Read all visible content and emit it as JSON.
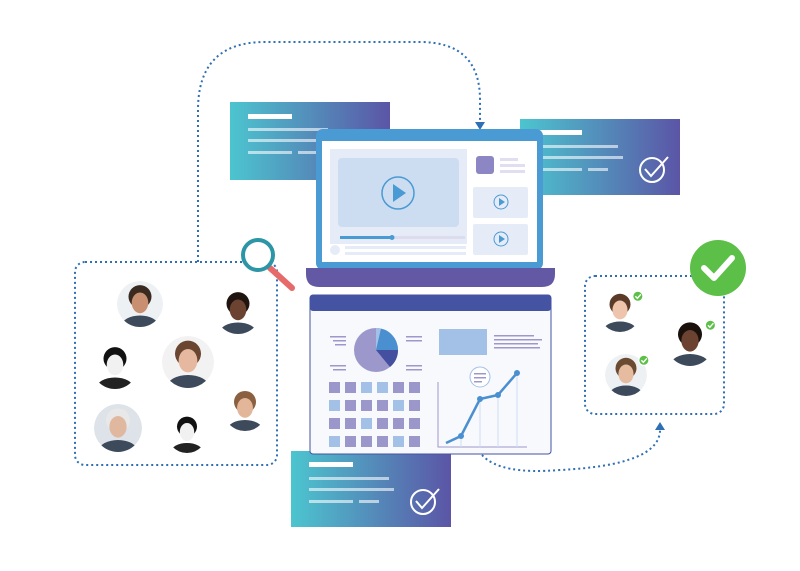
{
  "colors": {
    "teal": "#4cc5cf",
    "purple": "#5b55a6",
    "laptop_blue": "#4a9ad4",
    "laptop_base": "#6358a4",
    "dashboard_header": "#4553a3",
    "dotted_line": "#2f6fb3",
    "success_green": "#5cbf47",
    "magnifier_handle": "#e66a6a",
    "pie_main": "#9c98cc",
    "pie_blue": "#4a8fd0",
    "pie_dark": "#454fa0",
    "tile_purple": "#9c97cb",
    "tile_blue": "#a3c0e6"
  },
  "icons": {
    "magnifier": "magnifying-glass-icon",
    "success": "check-circle-icon",
    "card_check": "check-circle-outline-icon",
    "play": "play-icon",
    "person_check": "check-badge-icon"
  },
  "video_progress": 0.42,
  "candidates_pool_count": 7,
  "candidates_selected_count": 3
}
